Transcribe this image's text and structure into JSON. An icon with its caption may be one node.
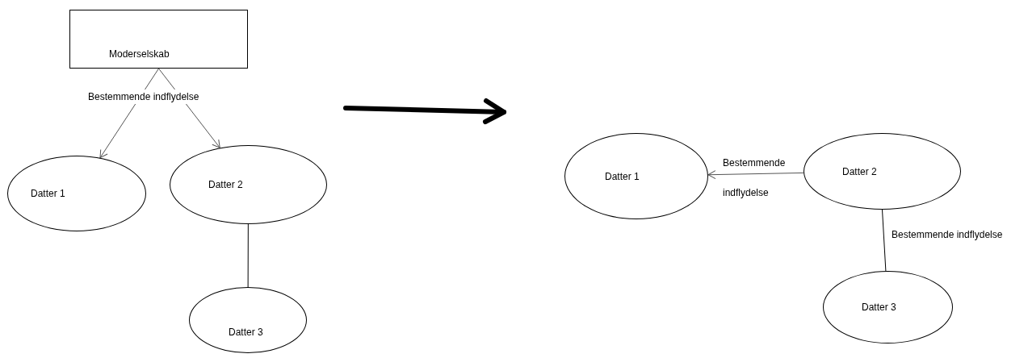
{
  "diagram": {
    "nodes": [
      {
        "text": [
          "Moderselskab"
        ]
      },
      {
        "text": [
          "Datter 1"
        ]
      },
      {
        "text": [
          "Datter 2"
        ]
      },
      {
        "text": [
          "Datter 3"
        ]
      },
      {
        "text": [
          "Datter 1"
        ]
      },
      {
        "text": [
          "Datter 2"
        ]
      },
      {
        "text": [
          "Datter 3"
        ]
      }
    ],
    "edges": [
      {
        "from": 0,
        "to": 1,
        "arrow": "to"
      },
      {
        "from": 0,
        "to": 2,
        "arrow": "to"
      },
      {
        "from": 2,
        "to": 3,
        "arrow": "none"
      },
      {
        "from": 5,
        "to": 4,
        "arrow": "to",
        "label": "Bestemmende indflydelse"
      },
      {
        "from": 5,
        "to": 6,
        "arrow": "none",
        "label": "Bestemmende indflydelse"
      }
    ],
    "labels": [
      "Bestemmende indflydelse"
    ]
  }
}
